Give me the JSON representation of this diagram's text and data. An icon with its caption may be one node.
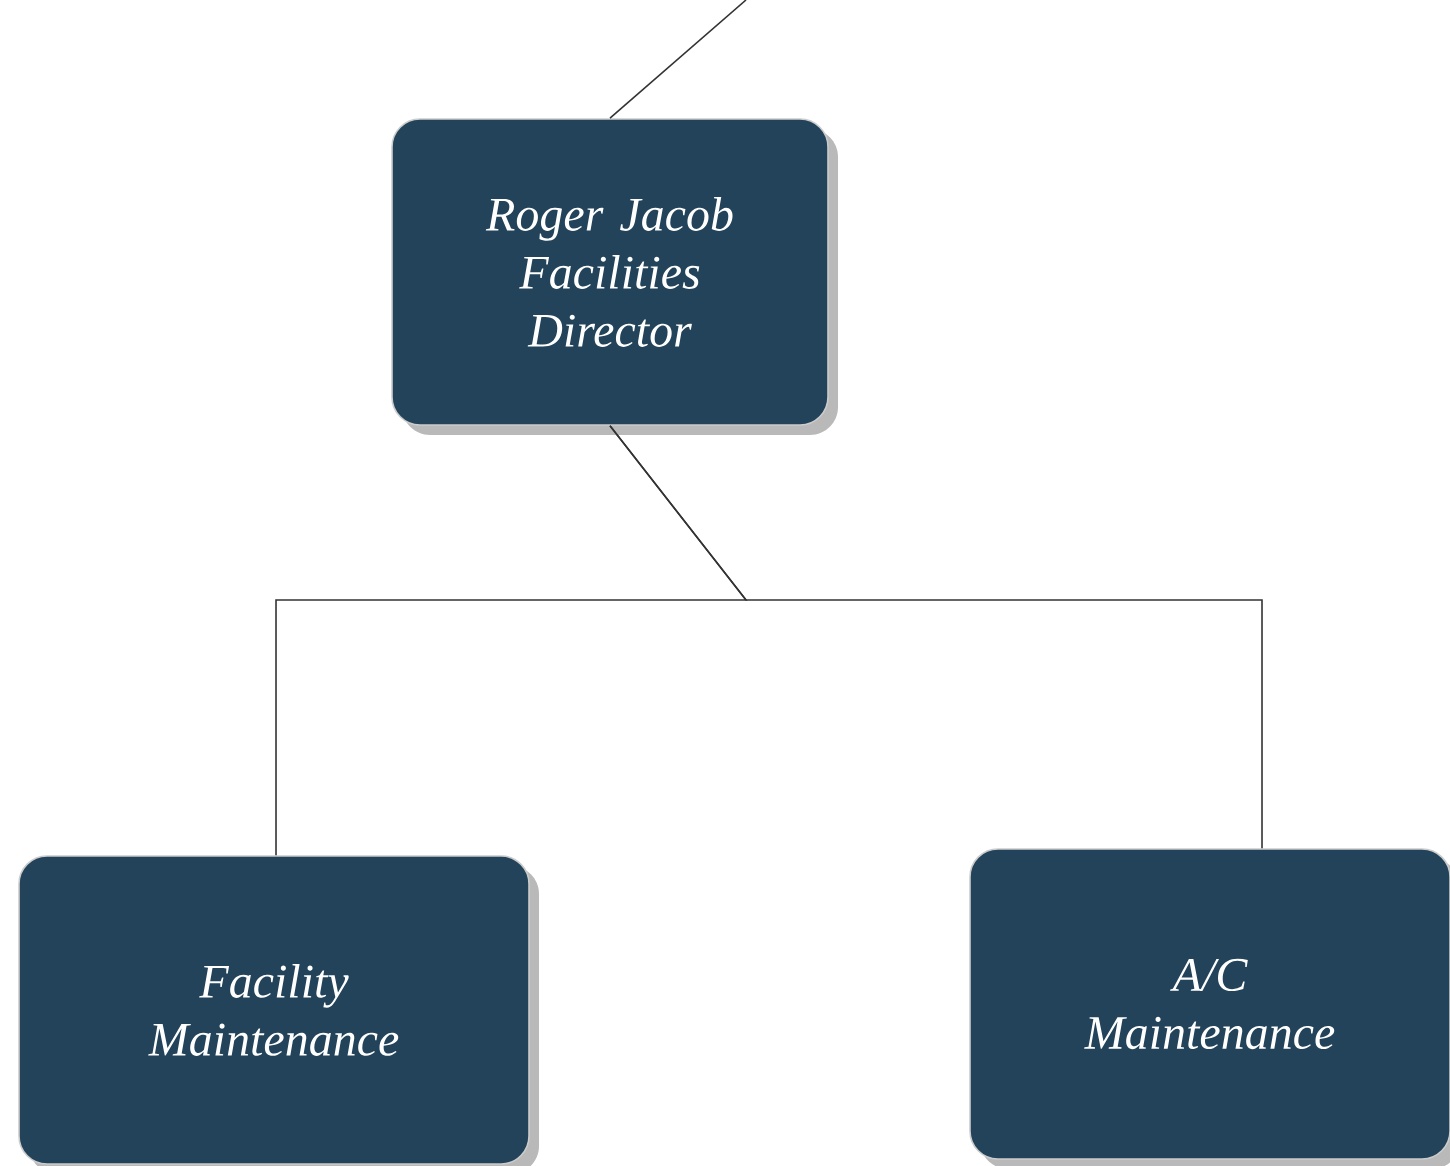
{
  "diagram": {
    "nodes": [
      {
        "text": [
          "Roger Jacob",
          "Facilities Director"
        ]
      },
      {
        "text": [
          "Facility Maintenance"
        ]
      },
      {
        "text": [
          "A/C Maintenance"
        ]
      }
    ],
    "edges": [
      {
        "from": null,
        "to": 0,
        "arrow": "none"
      },
      {
        "from": 0,
        "to": 1,
        "arrow": "none"
      },
      {
        "from": 0,
        "to": 2,
        "arrow": "none"
      }
    ]
  }
}
